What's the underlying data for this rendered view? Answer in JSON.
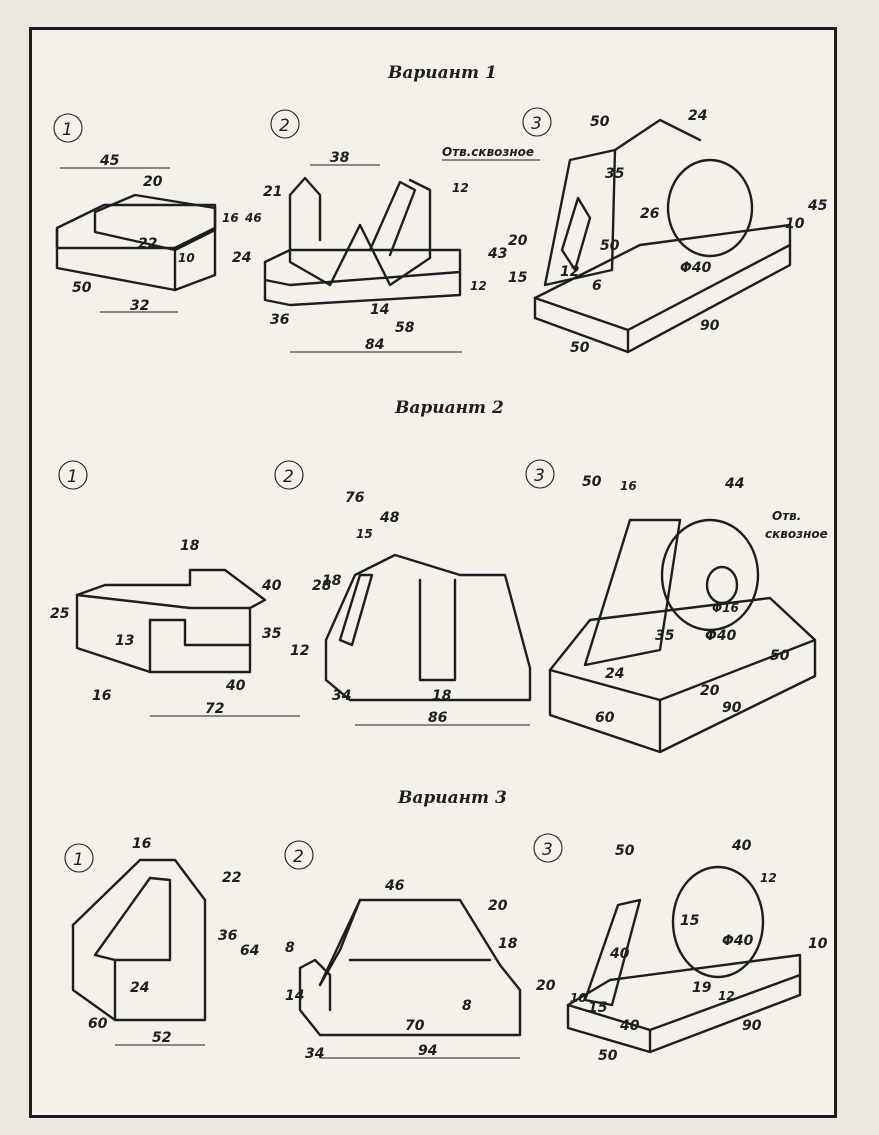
{
  "variants": [
    {
      "title": "Вариант 1",
      "parts": [
        {
          "num": "1",
          "dims": [
            "45",
            "20",
            "16",
            "46",
            "22",
            "10",
            "24",
            "50",
            "32"
          ]
        },
        {
          "num": "2",
          "dims": [
            "38",
            "12",
            "21",
            "43",
            "12",
            "14",
            "58",
            "36",
            "84"
          ]
        },
        {
          "num": "3",
          "dims": [
            "50",
            "24",
            "Отв.сквозное",
            "35",
            "26",
            "20",
            "50",
            "15",
            "12",
            "6",
            "Φ40",
            "10",
            "45",
            "90",
            "50"
          ]
        }
      ]
    },
    {
      "title": "Вариант 2",
      "parts": [
        {
          "num": "1",
          "dims": [
            "18",
            "40",
            "25",
            "13",
            "35",
            "16",
            "40",
            "72"
          ]
        },
        {
          "num": "2",
          "dims": [
            "76",
            "48",
            "15",
            "28",
            "18",
            "12",
            "34",
            "18",
            "86"
          ]
        },
        {
          "num": "3",
          "dims": [
            "50",
            "16",
            "44",
            "Отв.",
            "сквозное",
            "35",
            "Φ16",
            "Φ40",
            "24",
            "20",
            "50",
            "90",
            "60"
          ]
        }
      ]
    },
    {
      "title": "Вариант 3",
      "parts": [
        {
          "num": "1",
          "dims": [
            "16",
            "22",
            "36",
            "64",
            "24",
            "60",
            "52"
          ]
        },
        {
          "num": "2",
          "dims": [
            "46",
            "20",
            "8",
            "18",
            "14",
            "8",
            "20",
            "70",
            "34",
            "94"
          ]
        },
        {
          "num": "3",
          "dims": [
            "50",
            "40",
            "12",
            "15",
            "Φ40",
            "10",
            "40",
            "19",
            "12",
            "10",
            "15",
            "40",
            "90",
            "50"
          ]
        }
      ]
    }
  ]
}
